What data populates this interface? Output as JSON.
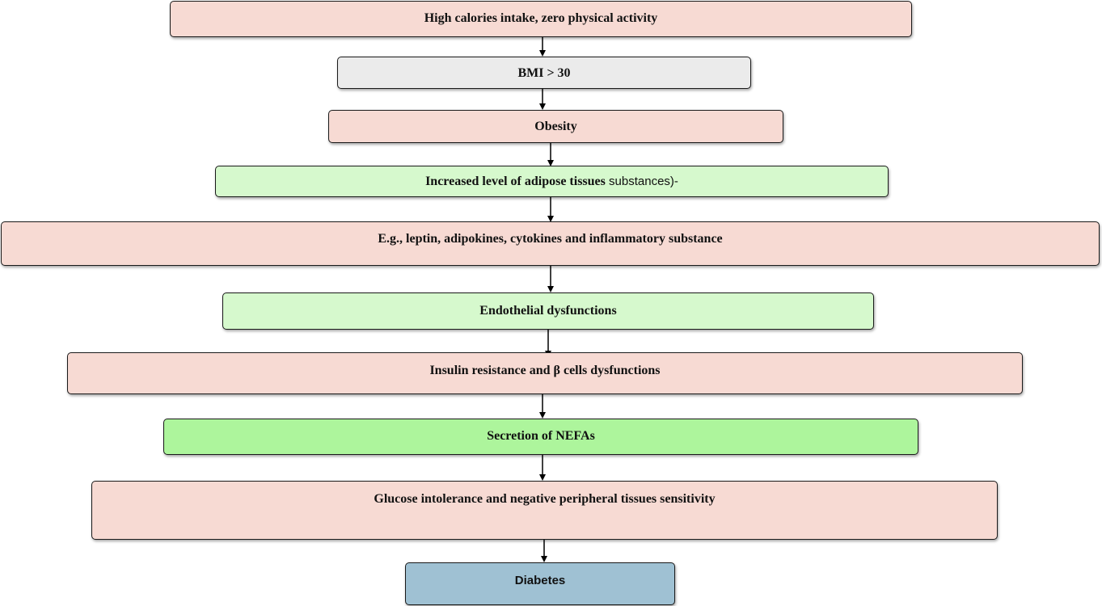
{
  "flow": {
    "step1": "High calories intake, zero physical activity",
    "step2": "BMI > 30",
    "step3": "Obesity",
    "step4_bold": "Increased level of adipose tissues",
    "step4_plain": " substances)-",
    "step5": "E.g., leptin, adipokines, cytokines and inflammatory substance",
    "step6": "Endothelial dysfunctions",
    "step7": "Insulin resistance and β cells dysfunctions",
    "step8": "Secretion of NEFAs",
    "step9": "Glucose intolerance and negative peripheral tissues sensitivity",
    "step10": "Diabetes"
  },
  "colors": {
    "salmon": "#f7dad3",
    "grey": "#ebebeb",
    "light_green": "#d6f9cd",
    "green": "#adf59c",
    "blue": "#9fc1d3"
  }
}
